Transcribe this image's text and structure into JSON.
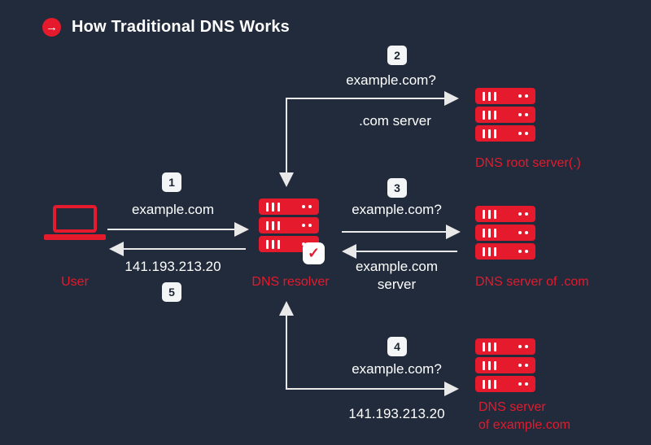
{
  "title": "How Traditional DNS Works",
  "icons": {
    "title_arrow": "→",
    "resolver_check": "✓"
  },
  "nodes": {
    "user": {
      "label": "User"
    },
    "resolver": {
      "label": "DNS resolver"
    },
    "root_server": {
      "label": "DNS root server(.)"
    },
    "com_server": {
      "label": "DNS server of .com"
    },
    "example_server": {
      "line1": "DNS server",
      "line2": "of example.com"
    }
  },
  "steps": {
    "step1": {
      "number": "1",
      "query": "example.com"
    },
    "step2": {
      "number": "2",
      "query": "example.com?",
      "response": ".com server"
    },
    "step3": {
      "number": "3",
      "query": "example.com?",
      "response_line1": "example.com",
      "response_line2": "server"
    },
    "step4": {
      "number": "4",
      "query": "example.com?",
      "response": "141.193.213.20"
    },
    "step5": {
      "number": "5",
      "response": "141.193.213.20"
    }
  },
  "colors": {
    "background": "#212b3b",
    "accent_red": "#e51a2d",
    "text_white": "#ffffff",
    "arrow": "#e9e9e9",
    "badge_background": "#f4f5f6",
    "badge_text": "#1c2533"
  }
}
